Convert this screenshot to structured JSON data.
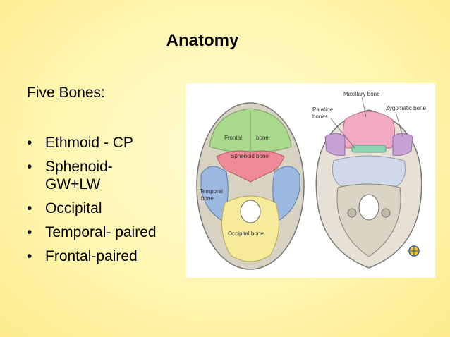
{
  "slide": {
    "title": "Anatomy",
    "subtitle": "Five Bones:",
    "bullet_glyph": "•",
    "bullets": [
      {
        "line1": "Ethmoid - CP",
        "line2": ""
      },
      {
        "line1": "Sphenoid-",
        "line2": "GW+LW"
      },
      {
        "line1": "Occipital",
        "line2": ""
      },
      {
        "line1": "Temporal- paired",
        "line2": ""
      },
      {
        "line1": "Frontal-paired",
        "line2": ""
      }
    ]
  },
  "figure": {
    "left_labels": {
      "frontal": "Frontal",
      "bone": "bone",
      "sphenoid": "Sphenoid bone",
      "temporal": "Temporal",
      "temporal_bone": "bone",
      "occipital": "Occipital bone"
    },
    "right_labels": {
      "maxillary": "Maxillary bone",
      "palatine": "Palatine",
      "palatine2": "bones",
      "zygomatic": "Zygomatic bone"
    },
    "colors": {
      "frontal": "#a9d98a",
      "sphenoid": "#f08a96",
      "temporal": "#9ab8e0",
      "occipital": "#f6eb9a",
      "maxillary": "#f2a9c4",
      "zygomatic": "#c7a0d6",
      "palatine": "#8fd3b5"
    }
  }
}
